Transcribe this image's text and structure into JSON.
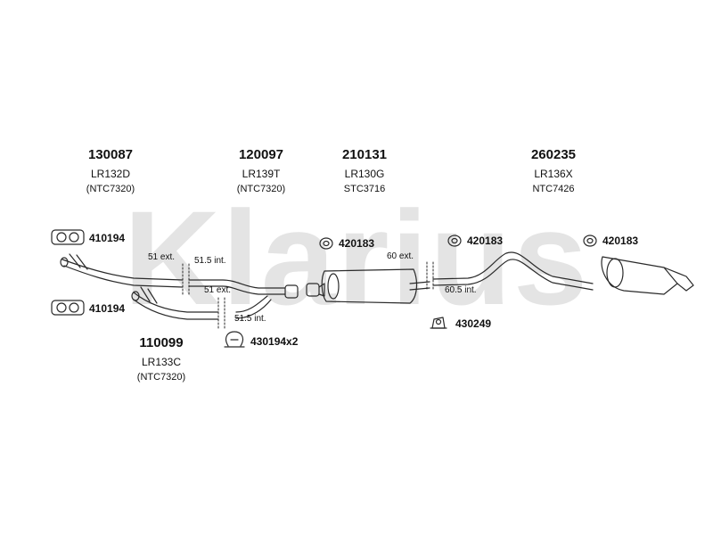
{
  "watermark": "Klarius",
  "sections": [
    {
      "number": "130087",
      "code": "LR132D",
      "ref": "(NTC7320)"
    },
    {
      "number": "120097",
      "code": "LR139T",
      "ref": "(NTC7320)"
    },
    {
      "number": "210131",
      "code": "LR130G",
      "ref": "STC3716"
    },
    {
      "number": "260235",
      "code": "LR136X",
      "ref": "NTC7426"
    },
    {
      "number": "110099",
      "code": "LR133C",
      "ref": "(NTC7320)"
    }
  ],
  "parts": {
    "gasket_upper": "410194",
    "gasket_lower": "410194",
    "mount_center": "420183",
    "mount_mid": "420183",
    "mount_rear": "420183",
    "clamp_lower": "430194x2",
    "hanger": "430249"
  },
  "dimensions": {
    "ext_51_upper": "51 ext.",
    "int_515_upper": "51.5 int.",
    "ext_51_lower": "51 ext.",
    "int_515_lower": "51.5 int.",
    "ext_60": "60 ext.",
    "int_605": "60.5 int."
  }
}
